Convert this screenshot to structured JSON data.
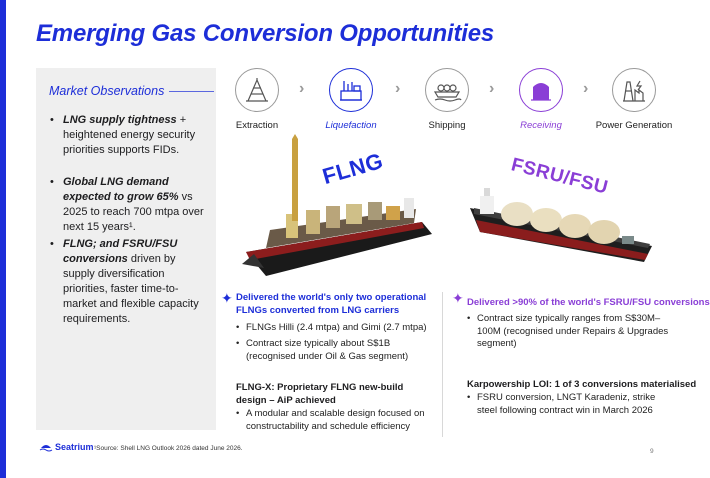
{
  "title": "Emerging Gas Conversion Opportunities",
  "market": {
    "heading": "Market Observations",
    "items": [
      {
        "lead": "LNG supply tightness",
        "rest": " + heightened energy security priorities supports FIDs."
      },
      {
        "lead": "Global LNG demand expected to grow 65%",
        "rest": " vs 2025 to reach 700 mtpa over next 15 years¹."
      },
      {
        "lead": "FLNG; and FSRU/FSU conversions",
        "rest": " driven by supply diversification priorities, faster time-to-market and flexible capacity requirements."
      }
    ]
  },
  "flow": {
    "steps": [
      {
        "label": "Extraction",
        "icon": "oil-rig-icon"
      },
      {
        "label": "Liquefaction",
        "icon": "liquefaction-plant-icon"
      },
      {
        "label": "Shipping",
        "icon": "lng-carrier-icon"
      },
      {
        "label": "Receiving",
        "icon": "storage-tank-icon"
      },
      {
        "label": "Power Generation",
        "icon": "power-plant-icon"
      }
    ]
  },
  "flng": {
    "tag": "FLNG",
    "headline": "Delivered the world's only two operational FLNGs converted from LNG carriers",
    "bullets": [
      "FLNGs Hilli (2.4 mtpa) and Gimi (2.7 mtpa)",
      "Contract size typically about S$1B (recognised under Oil & Gas segment)"
    ],
    "sub_head": "FLNG-X: Proprietary FLNG new-build design – AiP achieved",
    "sub_bullets": [
      "A modular and scalable design focused on constructability and schedule efficiency"
    ]
  },
  "fsru": {
    "tag": "FSRU/FSU",
    "headline": "Delivered >90% of the world's FSRU/FSU conversions",
    "bullets": [
      "Contract size typically ranges from S$30M–100M (recognised under Repairs & Upgrades segment)"
    ],
    "sub_head": "Karpowership LOI: 1 of 3 conversions materialised",
    "sub_bullets": [
      "FSRU conversion, LNGT Karadeniz, strike steel following contract win in March 2026"
    ]
  },
  "footer": {
    "logo": "Seatrium",
    "footnote": "¹Source: Shell LNG Outlook 2026 dated June 2026.",
    "page": "9"
  },
  "colors": {
    "brand_blue": "#1d2ed8",
    "accent_purple": "#8a3ed6",
    "panel_grey": "#efefef"
  }
}
